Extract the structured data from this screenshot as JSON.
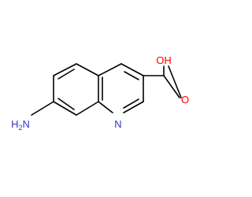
{
  "molecule": {
    "atoms": {
      "oxygen_top": "OH",
      "oxygen_carbonyl": "O",
      "nitrogen_ring": "N",
      "amine": "H2N"
    },
    "colors": {
      "bond": "#000000",
      "oxygen": "#ff0000",
      "nitrogen": "#3333cc",
      "amine_h": "#3333cc"
    }
  }
}
